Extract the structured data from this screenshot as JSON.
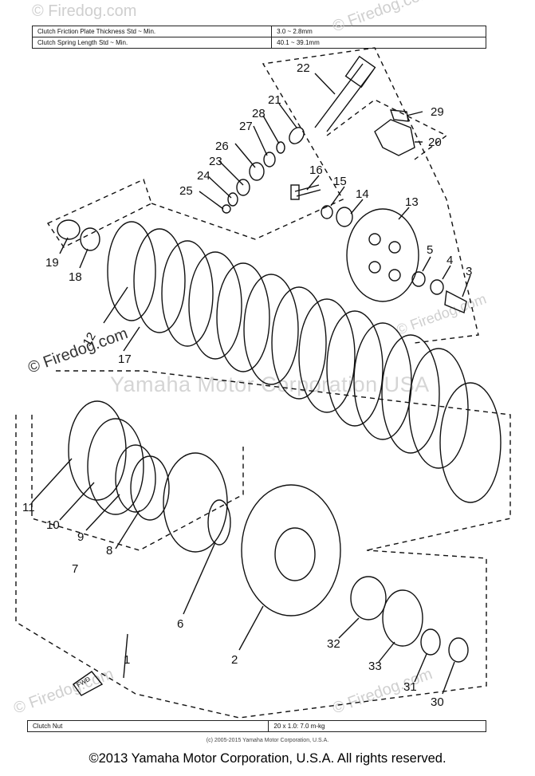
{
  "spec_top": [
    {
      "item": "Clutch Friction Plate Thickness Std ~ Min.",
      "value": "3.0 ~ 2.8mm"
    },
    {
      "item": "Clutch Spring Length Std ~ Min.",
      "value": "40.1 ~ 39.1mm"
    }
  ],
  "spec_bottom": {
    "item": "Clutch Nut",
    "value": "20 x 1.0: 7.0 m-kg"
  },
  "part_numbers": {
    "p1": "1",
    "p2": "2",
    "p3": "3",
    "p4": "4",
    "p5": "5",
    "p6": "6",
    "p7": "7",
    "p8": "8",
    "p9": "9",
    "p10": "10",
    "p11": "11",
    "p12": "12",
    "p13": "13",
    "p14": "14",
    "p15": "15",
    "p16": "16",
    "p17": "17",
    "p18": "18",
    "p19": "19",
    "p20": "20",
    "p21": "21",
    "p22": "22",
    "p23": "23",
    "p24": "24",
    "p25": "25",
    "p26": "26",
    "p27": "27",
    "p28": "28",
    "p29": "29",
    "p30": "30",
    "p31": "31",
    "p32": "32",
    "p33": "33"
  },
  "fwd_label": "FWD",
  "watermarks": {
    "firedog": "© Firedog.com",
    "firedog_short": "© Firedog.com",
    "center": "Yamaha Motor Corporation USA"
  },
  "copyright_small": "(c) 2005-2015 Yamaha Motor Corporation, U.S.A.",
  "copyright": "©2013 Yamaha Motor Corporation, U.S.A. All rights reserved.",
  "colors": {
    "ink": "#111111",
    "watermark": "#cfcfcf"
  }
}
